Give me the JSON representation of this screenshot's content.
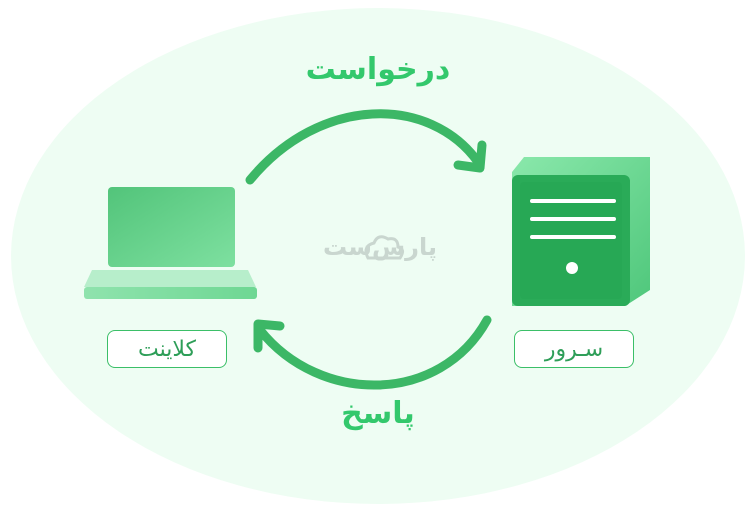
{
  "diagram": {
    "request_label": "درخواست",
    "response_label": "پاسخ",
    "client_label": "کلاینت",
    "server_label": "سـرور",
    "watermark_text": "پارس‌ست"
  },
  "colors": {
    "background_ellipse": "#eefdf3",
    "arrow": "#3cb766",
    "accent_text": "#33c86c",
    "server_dark": "#27a855",
    "server_light": "#6fdc93",
    "laptop_light": "#7ee0a0",
    "laptop_dark": "#52c47a"
  },
  "icons": {
    "client": "laptop-icon",
    "server": "server-icon",
    "watermark": "cloud-logo-icon"
  }
}
